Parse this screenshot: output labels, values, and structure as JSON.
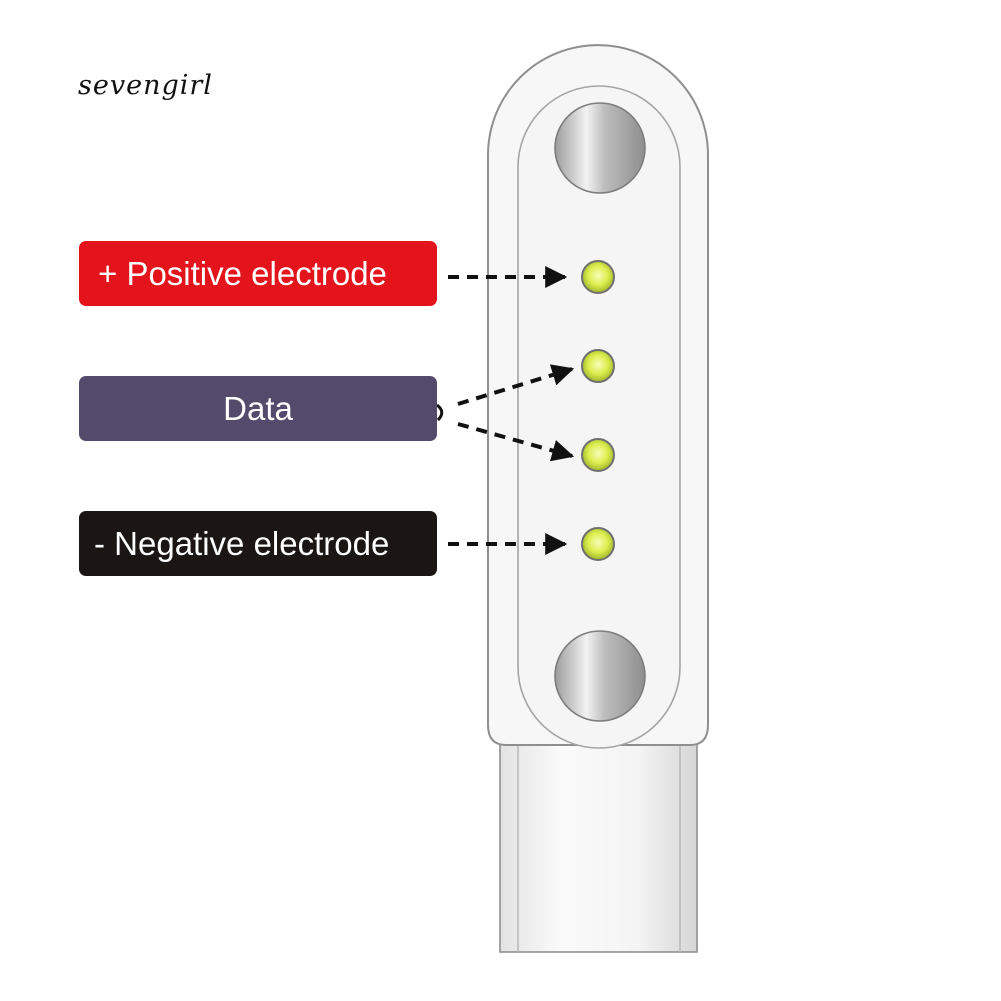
{
  "watermark": "sevengirl",
  "labels": {
    "positive": {
      "text": "+ Positive electrode",
      "color": "#e4141c"
    },
    "data": {
      "text": "Data",
      "color": "#544a6c"
    },
    "negative": {
      "text": "- Negative electrode",
      "color": "#1b1514"
    }
  },
  "connector": {
    "body_color": "#f6f6f6",
    "outline_color": "#8f8f8f",
    "pin_color": "#d6e84a",
    "pin_highlight": "#f4fb9a",
    "magnet_color": "#bdbdbd"
  },
  "arrow_color": "#111111"
}
